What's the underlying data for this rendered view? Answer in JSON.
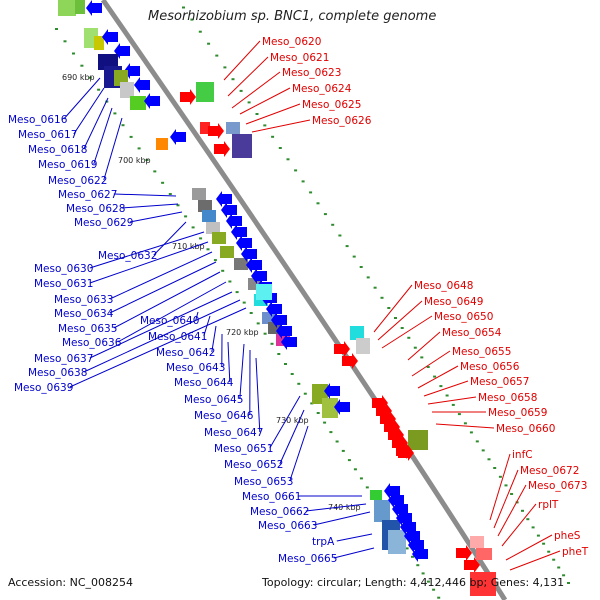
{
  "title": "Mesorhizobium sp. BNC1, complete genome",
  "footer": {
    "accession": "Accession: NC_008254",
    "topology": "Topology: circular; Length: 4,412,446 bp; Genes: 4,131"
  },
  "colors": {
    "forward_label": "#e00000",
    "reverse_label": "#0000cc",
    "forward_arrow": "#ff0000",
    "reverse_arrow": "#0000ff",
    "backbone": "#8c8c8c",
    "tick": "#2e8b2e"
  },
  "kbp_markers": [
    "690 kbp",
    "700 kbp",
    "710 kbp",
    "720 kbp",
    "730 kbp",
    "740 kbp"
  ],
  "forward_labels": [
    "Meso_0620",
    "Meso_0621",
    "Meso_0623",
    "Meso_0624",
    "Meso_0625",
    "Meso_0626",
    "Meso_0648",
    "Meso_0649",
    "Meso_0650",
    "Meso_0654",
    "Meso_0655",
    "Meso_0656",
    "Meso_0657",
    "Meso_0658",
    "Meso_0659",
    "Meso_0660",
    "infC",
    "Meso_0672",
    "Meso_0673",
    "rplT",
    "pheS",
    "pheT"
  ],
  "reverse_labels": [
    "Meso_0616",
    "Meso_0617",
    "Meso_0618",
    "Meso_0619",
    "Meso_0622",
    "Meso_0627",
    "Meso_0628",
    "Meso_0629",
    "Meso_0632",
    "Meso_0630",
    "Meso_0631",
    "Meso_0633",
    "Meso_0634",
    "Meso_0635",
    "Meso_0636",
    "Meso_0637",
    "Meso_0638",
    "Meso_0639",
    "Meso_0640",
    "Meso_0641",
    "Meso_0642",
    "Meso_0643",
    "Meso_0644",
    "Meso_0645",
    "Meso_0646",
    "Meso_0647",
    "Meso_0651",
    "Meso_0652",
    "Meso_0653",
    "Meso_0661",
    "Meso_0662",
    "Meso_0663",
    "trpA",
    "Meso_0665"
  ]
}
